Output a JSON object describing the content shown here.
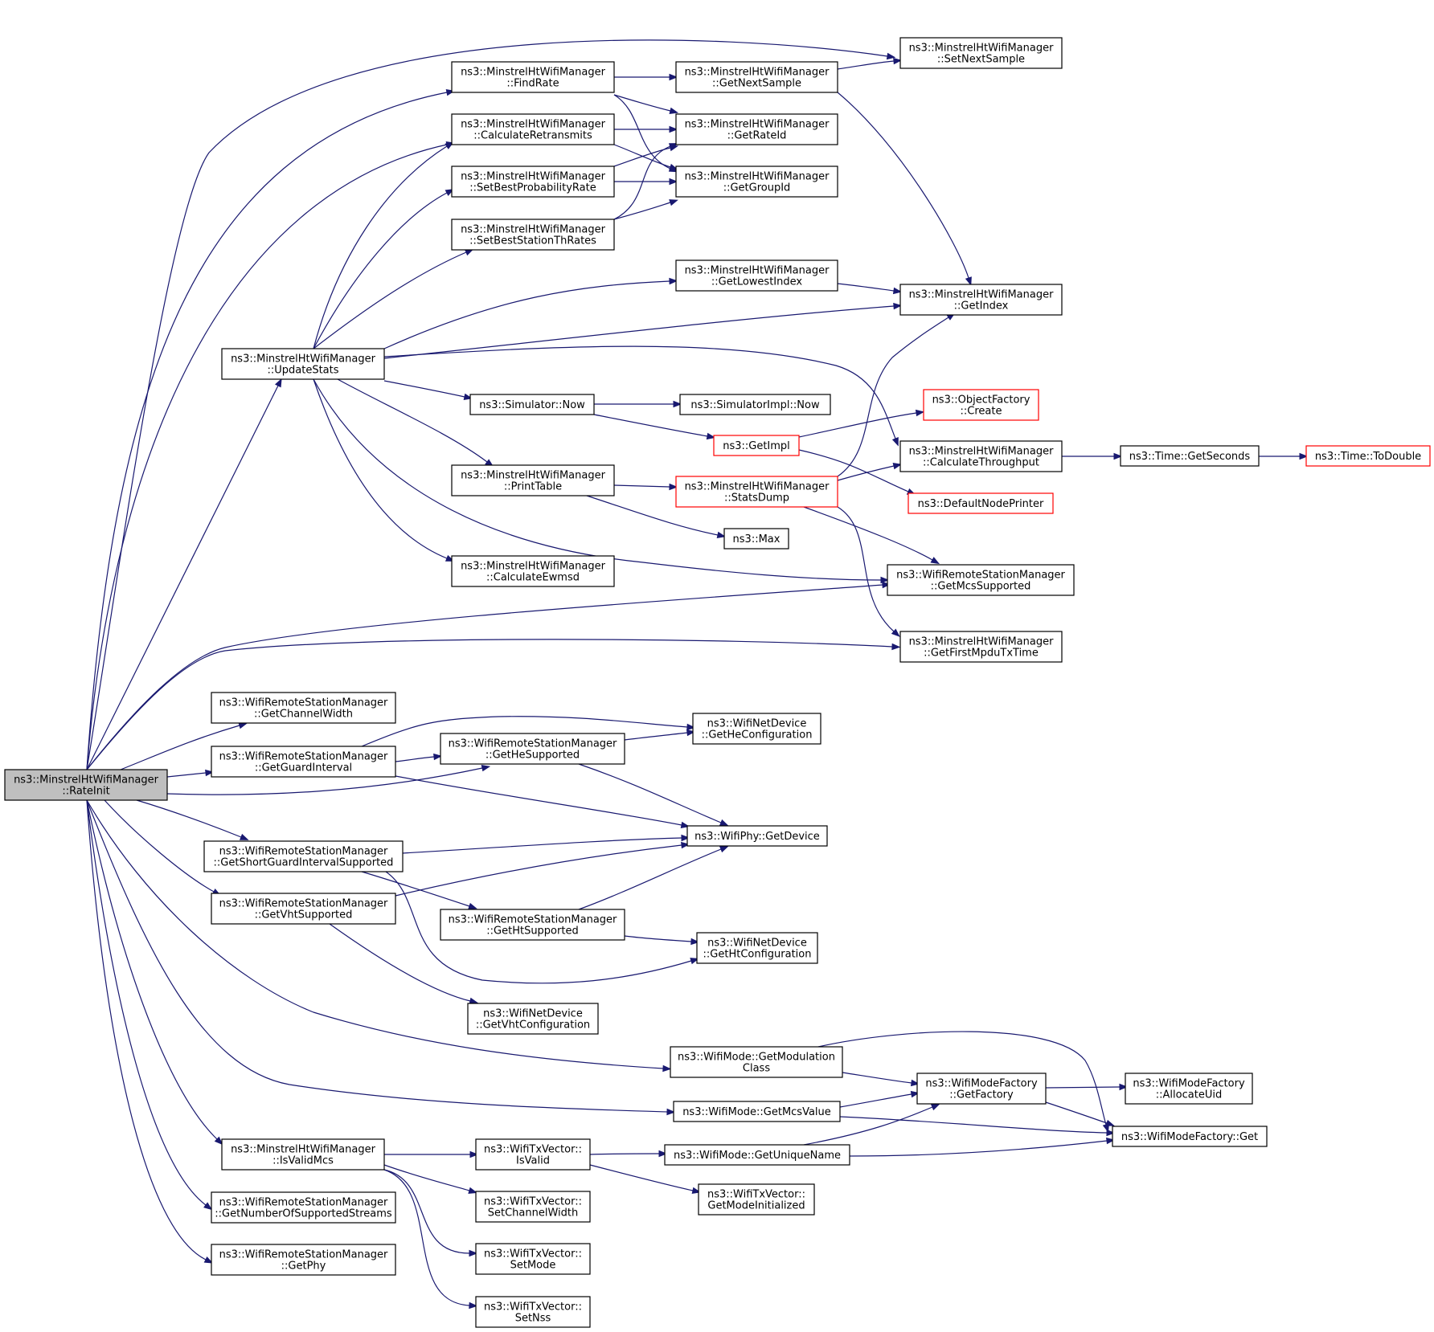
{
  "colors": {
    "edge": "#191970",
    "border": "#000000",
    "border_partial": "#ff0000",
    "root_fill": "#bfbfbf",
    "fill": "#ffffff"
  },
  "nodes": {
    "rateinit": {
      "lines": [
        "ns3::MinstrelHtWifiManager",
        "::RateInit"
      ],
      "style": "root"
    },
    "findrate": {
      "lines": [
        "ns3::MinstrelHtWifiManager",
        "::FindRate"
      ]
    },
    "calcretrans": {
      "lines": [
        "ns3::MinstrelHtWifiManager",
        "::CalculateRetransmits"
      ]
    },
    "setbestprob": {
      "lines": [
        "ns3::MinstrelHtWifiManager",
        "::SetBestProbabilityRate"
      ]
    },
    "setbeststation": {
      "lines": [
        "ns3::MinstrelHtWifiManager",
        "::SetBestStationThRates"
      ]
    },
    "updatestats": {
      "lines": [
        "ns3::MinstrelHtWifiManager",
        "::UpdateStats"
      ]
    },
    "getnextsample": {
      "lines": [
        "ns3::MinstrelHtWifiManager",
        "::GetNextSample"
      ]
    },
    "getrateid": {
      "lines": [
        "ns3::MinstrelHtWifiManager",
        "::GetRateId"
      ]
    },
    "getgroupid": {
      "lines": [
        "ns3::MinstrelHtWifiManager",
        "::GetGroupId"
      ]
    },
    "getlowestindex": {
      "lines": [
        "ns3::MinstrelHtWifiManager",
        "::GetLowestIndex"
      ]
    },
    "setnextsample": {
      "lines": [
        "ns3::MinstrelHtWifiManager",
        "::SetNextSample"
      ]
    },
    "getindex": {
      "lines": [
        "ns3::MinstrelHtWifiManager",
        "::GetIndex"
      ]
    },
    "simnow": {
      "lines": [
        "ns3::Simulator::Now"
      ]
    },
    "simimplnow": {
      "lines": [
        "ns3::SimulatorImpl::Now"
      ]
    },
    "getimpl": {
      "lines": [
        "ns3::GetImpl"
      ],
      "style": "partial"
    },
    "objfactory": {
      "lines": [
        "ns3::ObjectFactory",
        "::Create"
      ],
      "style": "partial"
    },
    "calcthroughput": {
      "lines": [
        "ns3::MinstrelHtWifiManager",
        "::CalculateThroughput"
      ]
    },
    "getseconds": {
      "lines": [
        "ns3::Time::GetSeconds"
      ]
    },
    "todouble": {
      "lines": [
        "ns3::Time::ToDouble"
      ],
      "style": "partial"
    },
    "printtable": {
      "lines": [
        "ns3::MinstrelHtWifiManager",
        "::PrintTable"
      ]
    },
    "statsdump": {
      "lines": [
        "ns3::MinstrelHtWifiManager",
        "::StatsDump"
      ],
      "style": "partial"
    },
    "defnodeprinter": {
      "lines": [
        "ns3::DefaultNodePrinter"
      ],
      "style": "partial"
    },
    "max": {
      "lines": [
        "ns3::Max"
      ]
    },
    "calcewmsd": {
      "lines": [
        "ns3::MinstrelHtWifiManager",
        "::CalculateEwmsd"
      ]
    },
    "getmcssupported": {
      "lines": [
        "ns3::WifiRemoteStationManager",
        "::GetMcsSupported"
      ]
    },
    "getfirstmpdu": {
      "lines": [
        "ns3::MinstrelHtWifiManager",
        "::GetFirstMpduTxTime"
      ]
    },
    "getchannelwidth": {
      "lines": [
        "ns3::WifiRemoteStationManager",
        "::GetChannelWidth"
      ]
    },
    "getguardinterval": {
      "lines": [
        "ns3::WifiRemoteStationManager",
        "::GetGuardInterval"
      ]
    },
    "gethesupported": {
      "lines": [
        "ns3::WifiRemoteStationManager",
        "::GetHeSupported"
      ]
    },
    "getheconfig": {
      "lines": [
        "ns3::WifiNetDevice",
        "::GetHeConfiguration"
      ]
    },
    "getdevice": {
      "lines": [
        "ns3::WifiPhy::GetDevice"
      ]
    },
    "getshortgi": {
      "lines": [
        "ns3::WifiRemoteStationManager",
        "::GetShortGuardIntervalSupported"
      ]
    },
    "getvhtsupported": {
      "lines": [
        "ns3::WifiRemoteStationManager",
        "::GetVhtSupported"
      ]
    },
    "gethtsupported": {
      "lines": [
        "ns3::WifiRemoteStationManager",
        "::GetHtSupported"
      ]
    },
    "gethtconfig": {
      "lines": [
        "ns3::WifiNetDevice",
        "::GetHtConfiguration"
      ]
    },
    "getvhtconfig": {
      "lines": [
        "ns3::WifiNetDevice",
        "::GetVhtConfiguration"
      ]
    },
    "getmodclass": {
      "lines": [
        "ns3::WifiMode::GetModulation",
        "Class"
      ]
    },
    "getfactory": {
      "lines": [
        "ns3::WifiModeFactory",
        "::GetFactory"
      ]
    },
    "allocateuid": {
      "lines": [
        "ns3::WifiModeFactory",
        "::AllocateUid"
      ]
    },
    "getmcsvalue": {
      "lines": [
        "ns3::WifiMode::GetMcsValue"
      ]
    },
    "factoryget": {
      "lines": [
        "ns3::WifiModeFactory::Get"
      ]
    },
    "isvalidmcs": {
      "lines": [
        "ns3::MinstrelHtWifiManager",
        "::IsValidMcs"
      ]
    },
    "txisvalid": {
      "lines": [
        "ns3::WifiTxVector::",
        "IsValid"
      ]
    },
    "getuniquename": {
      "lines": [
        "ns3::WifiMode::GetUniqueName"
      ]
    },
    "getmodeinit": {
      "lines": [
        "ns3::WifiTxVector::",
        "GetModeInitialized"
      ]
    },
    "setchannelwidth": {
      "lines": [
        "ns3::WifiTxVector::",
        "SetChannelWidth"
      ]
    },
    "getnumstreams": {
      "lines": [
        "ns3::WifiRemoteStationManager",
        "::GetNumberOfSupportedStreams"
      ]
    },
    "setmode": {
      "lines": [
        "ns3::WifiTxVector::",
        "SetMode"
      ]
    },
    "getphy": {
      "lines": [
        "ns3::WifiRemoteStationManager",
        "::GetPhy"
      ]
    },
    "setnss": {
      "lines": [
        "ns3::WifiTxVector::",
        "SetNss"
      ]
    }
  }
}
